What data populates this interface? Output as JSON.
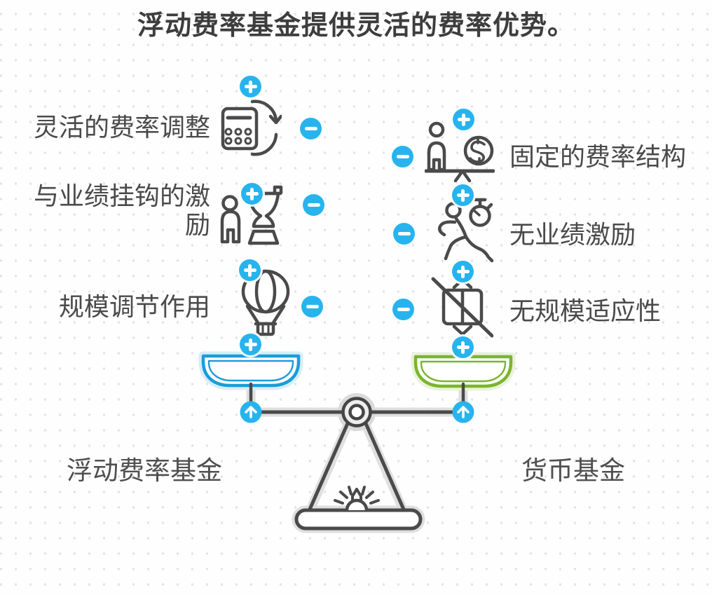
{
  "title": "浮动费率基金提供灵活的费率优势。",
  "comparison": {
    "left": {
      "fund_name": "浮动费率基金",
      "pan_color": "#1b9cd8",
      "items": [
        {
          "label": "灵活的费率调整",
          "icon": "calculator-refresh-icon"
        },
        {
          "label": "与业绩挂钩的激励",
          "icon": "person-trophy-icon"
        },
        {
          "label": "规模调节作用",
          "icon": "hot-air-balloon-icon"
        }
      ]
    },
    "right": {
      "fund_name": "货币基金",
      "pan_color": "#7ab52d",
      "items": [
        {
          "label": "固定的费率结构",
          "icon": "person-money-balance-icon"
        },
        {
          "label": "无业绩激励",
          "icon": "runner-stopwatch-icon"
        },
        {
          "label": "无规模适应性",
          "icon": "no-scale-box-icon"
        }
      ]
    }
  },
  "badge_icons": {
    "positive": "plus-icon",
    "negative": "minus-icon",
    "beam": "up-arrow-icon",
    "center": "balance-scale-icon"
  },
  "colors": {
    "accent_blue": "#27b4ee",
    "pan_blue": "#1b9cd8",
    "pan_green": "#7ab52d",
    "stroke_dark": "#4a4a4a",
    "text": "#4a4a4a",
    "dot_grid": "#e4e4e4"
  }
}
